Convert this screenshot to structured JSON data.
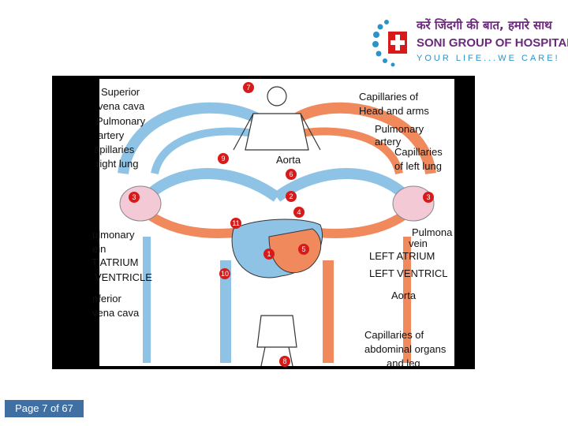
{
  "header": {
    "hindi_slogan": "करें जिंदगी की बात, हमारे साथ",
    "brand_name": "SONI GROUP OF HOSPITALS",
    "tagline": "YOUR LIFE...WE CARE!"
  },
  "diagram": {
    "left_labels": {
      "superior_vena_cava": [
        "Superior",
        "vena cava"
      ],
      "pulmonary_artery": [
        "Pulmonary",
        "artery"
      ],
      "capillaries_right_lung": [
        "apillaries",
        "right lung"
      ],
      "pulmonary_vein": [
        "ulmonary",
        "ein"
      ],
      "left_atrium": "T ATRIUM",
      "left_ventricle": "VENTRICLE",
      "inferior_vena_cava": [
        "nferior",
        "vena cava"
      ]
    },
    "right_labels": {
      "capillaries_head_arms": [
        "Capillaries of",
        "Head and arms"
      ],
      "pulmonary_artery": [
        "Pulmonary",
        "artery"
      ],
      "capillaries_left_lung": [
        "Capillaries",
        "of left lung"
      ],
      "aorta_top": "Aorta",
      "pulmonary_vein": [
        "Pulmona",
        "vein"
      ],
      "left_atrium": "LEFT ATRIUM",
      "left_ventricle": "LEFT VENTRICL",
      "aorta_bottom": "Aorta",
      "capillaries_abdominal": [
        "Capillaries of",
        "abdominal organs",
        "and leg"
      ]
    },
    "numbers": [
      "7",
      "9",
      "6",
      "3",
      "2",
      "3",
      "4",
      "11",
      "1",
      "5",
      "10",
      "8"
    ],
    "colors": {
      "oxygenated": "#f08a5d",
      "deoxygenated": "#8ec3e6",
      "marker": "#d71b1b",
      "lung": "#f3c9d6"
    }
  },
  "footer": {
    "page_counter": "Page 7 of 67"
  }
}
